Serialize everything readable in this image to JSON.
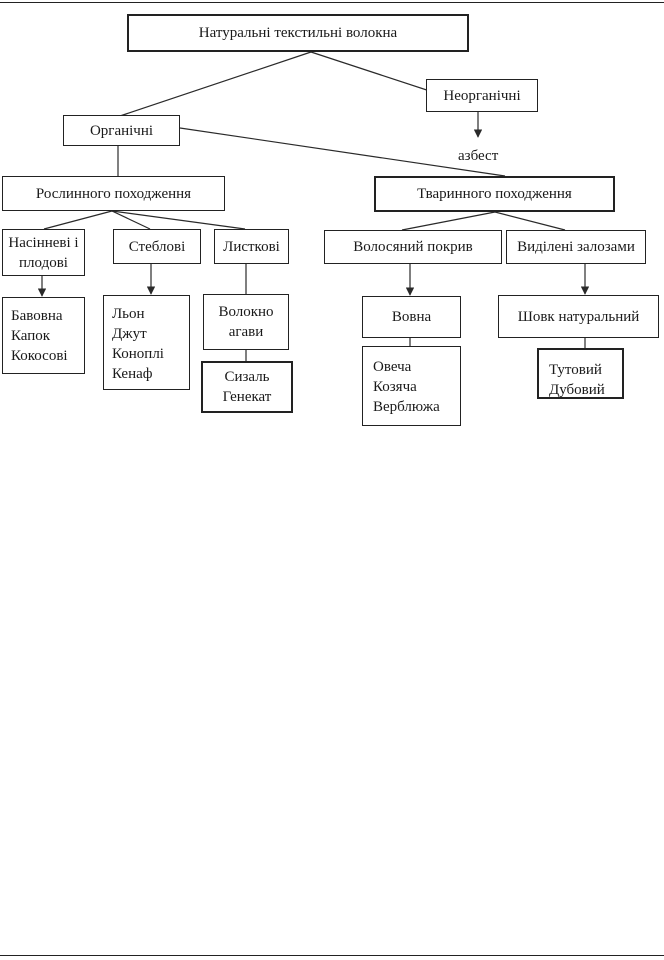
{
  "diagram": {
    "root": "Натуральні текстильні волокна",
    "organic": "Органічні",
    "inorganic": "Неорганічні",
    "asbestos": "азбест",
    "plant": "Рослинного походження",
    "animal": "Тваринного походження",
    "seed": "Насінневі і\nплодові",
    "stem": "Стеблові",
    "leaf": "Листкові",
    "hair": "Волосяний покрив",
    "gland": "Виділені залозами",
    "seed_list": "Бавовна\nКапок\nКокосові",
    "stem_list": "Льон\nДжут\nКоноплі\nКенаф",
    "agave": "Волокно\nагави",
    "agave_list": "Сизаль\nГенекат",
    "wool": "Вовна",
    "wool_list": "Овеча\nКозяча\nВерблюжа",
    "silk": "Шовк натуральний",
    "silk_list": "Тутовий\nДубовий"
  }
}
